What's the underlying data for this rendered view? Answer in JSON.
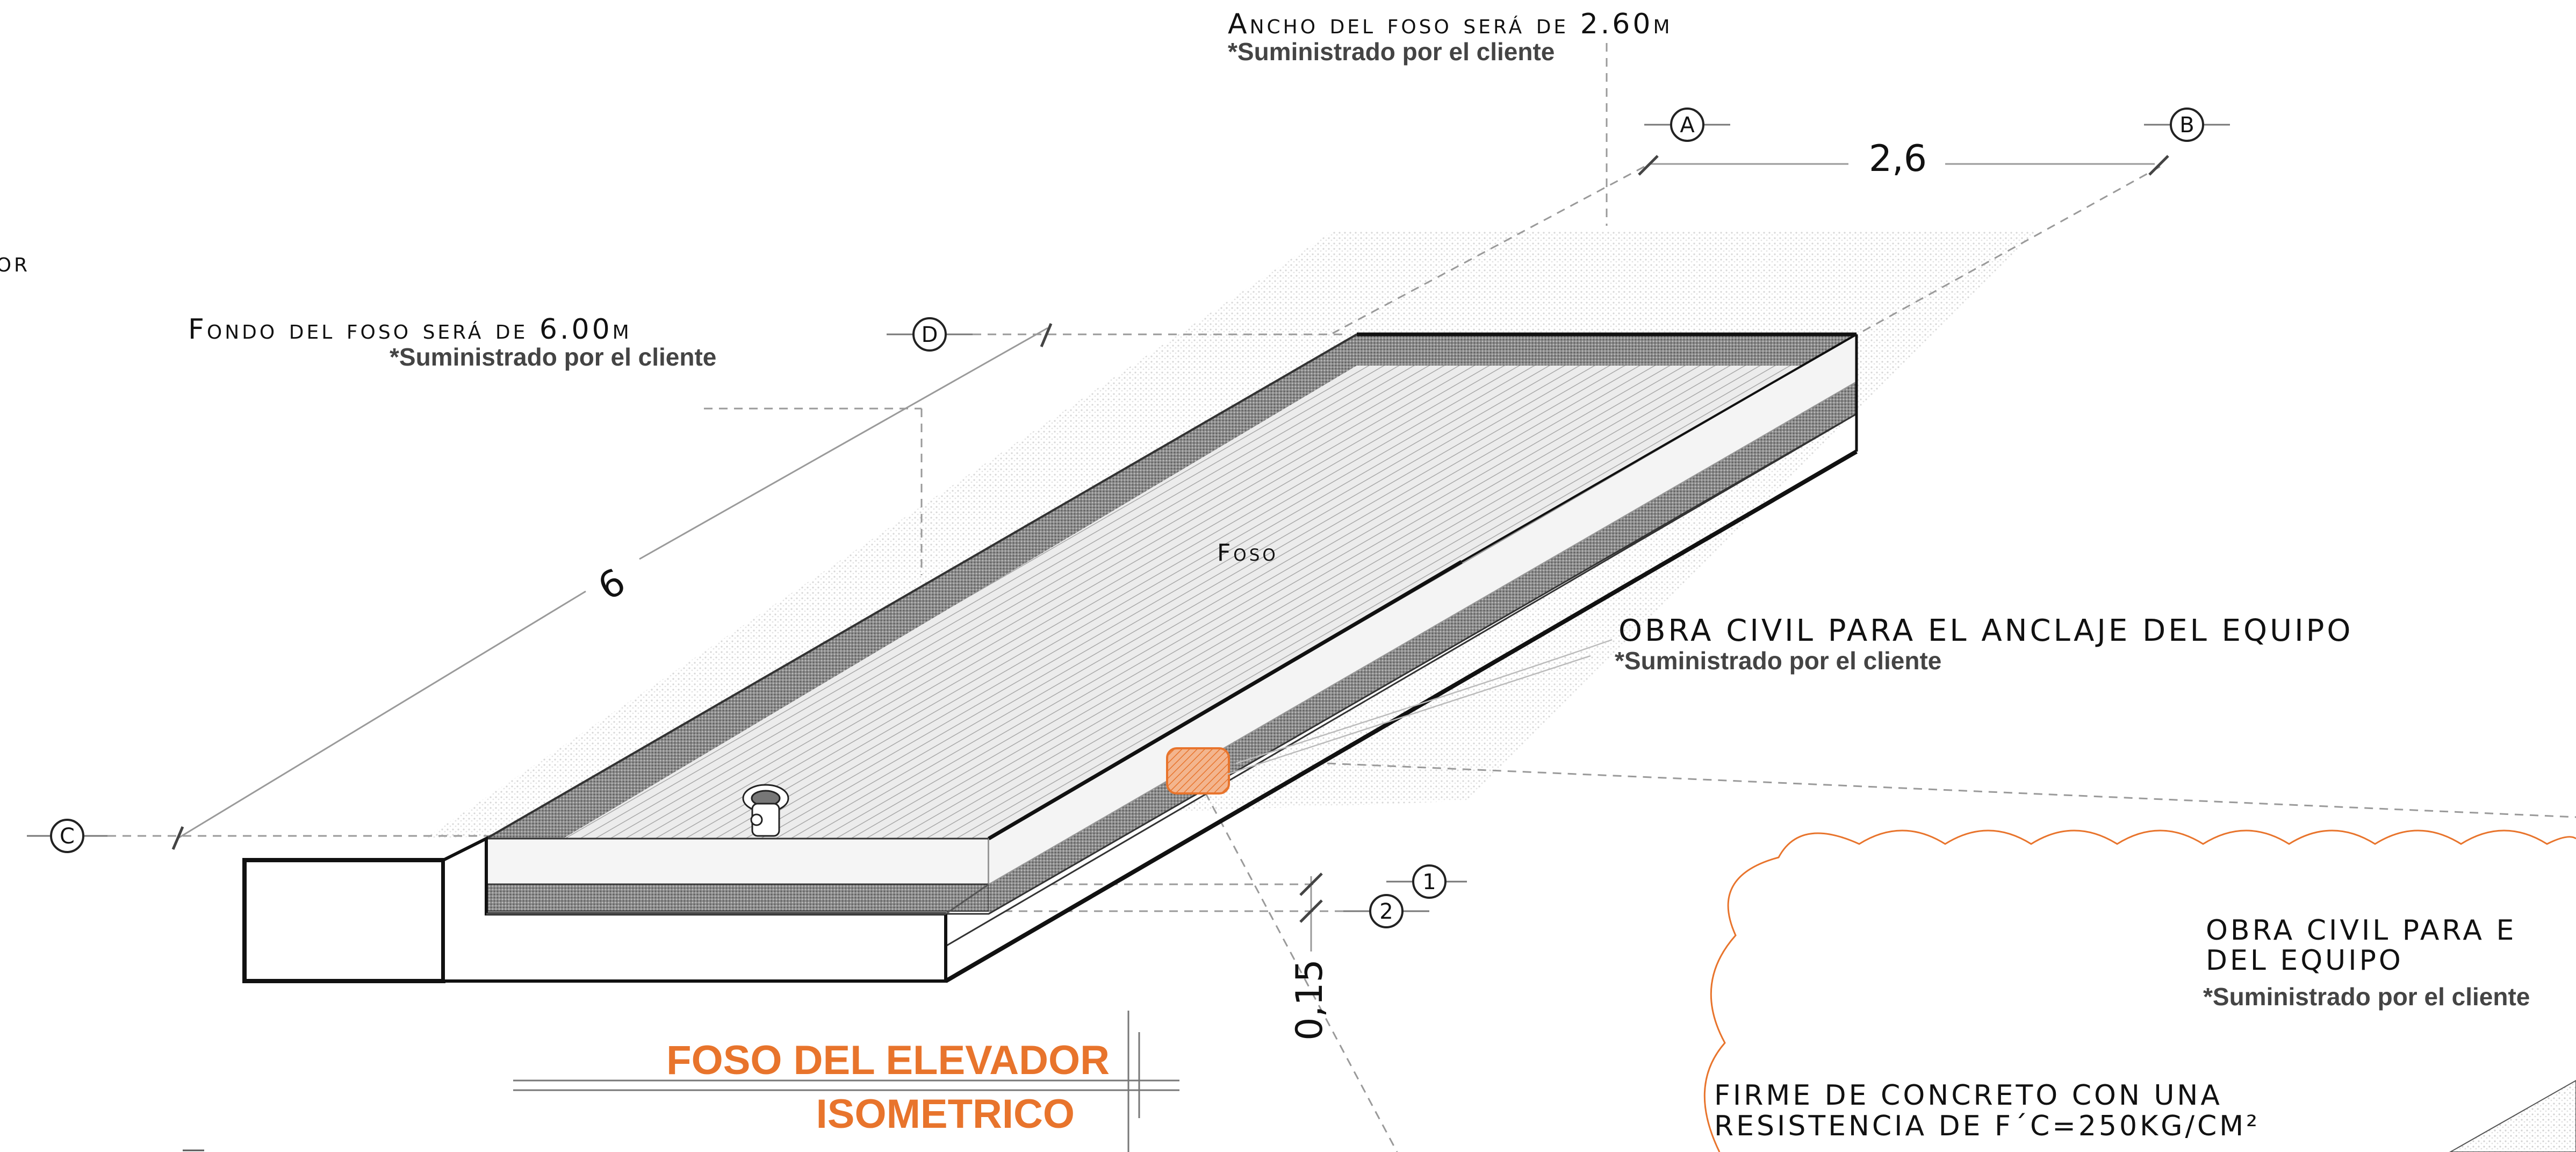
{
  "labels": {
    "ancho_title": "Ancho del foso será de 2.60m",
    "ancho_note": "*Suministrado por el cliente",
    "fondo_title": "Fondo del foso será de 6.00m",
    "fondo_note": "*Suministrado por el cliente",
    "left_cut": "dor",
    "foso_label": "Foso",
    "obra_civil_title": "OBRA CIVIL PARA EL ANCLAJE DEL EQUIPO",
    "obra_civil_note": "*Suministrado por el cliente",
    "obra_civil2_line1": "OBRA CIVIL PARA E",
    "obra_civil2_line2": "DEL EQUIPO",
    "obra_civil2_note": "*Suministrado por el cliente",
    "firme_line1": "FIRME DE CONCRETO CON UNA",
    "firme_line2": "RESISTENCIA DE F´C=250KG/CM²"
  },
  "dimensions": {
    "width": "2,6",
    "length": "6",
    "depth": "0,15"
  },
  "grid_bubbles": {
    "a": "A",
    "b": "B",
    "c": "C",
    "d": "D",
    "one": "1",
    "two": "2"
  },
  "title_block": {
    "title": "FOSO DEL ELEVADOR",
    "subtitle": "ISOMETRICO"
  },
  "colors": {
    "accent_orange": "#E8742C",
    "line": "#111111",
    "hatch": "#9a9a9a",
    "dash": "#9a9a9a"
  }
}
